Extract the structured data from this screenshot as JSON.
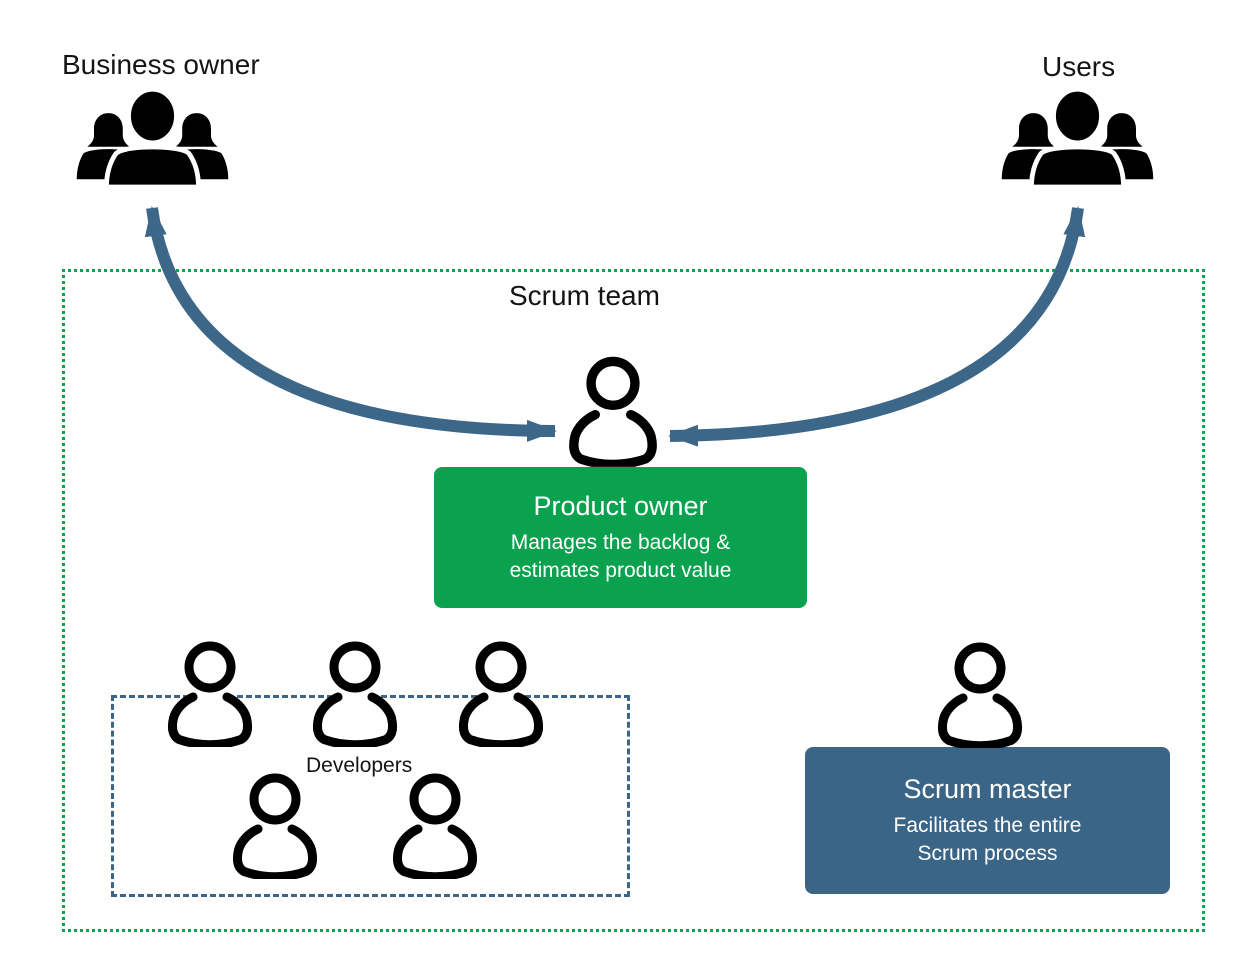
{
  "colors": {
    "team-border": "#0ba551",
    "po-box": "#0aa24f",
    "sm-box": "#3b6587",
    "dev-border": "#3d6587",
    "arrow": "#3d6789",
    "ink": "#000000",
    "box-text": "#ffffff",
    "label-text": "#141414"
  },
  "business_owner": {
    "label": "Business owner",
    "icon": "users-group-icon"
  },
  "users": {
    "label": "Users",
    "icon": "users-group-icon"
  },
  "scrum_team": {
    "label": "Scrum team",
    "product_owner": {
      "icon": "person-outline-icon",
      "title": "Product owner",
      "description": [
        "Manages the backlog &",
        "estimates product value"
      ]
    },
    "developers": {
      "label": "Developers",
      "icon": "person-outline-icon",
      "count": 5
    },
    "scrum_master": {
      "icon": "person-outline-icon",
      "title": "Scrum master",
      "description": [
        "Facilitates the entire",
        "Scrum process"
      ]
    }
  }
}
